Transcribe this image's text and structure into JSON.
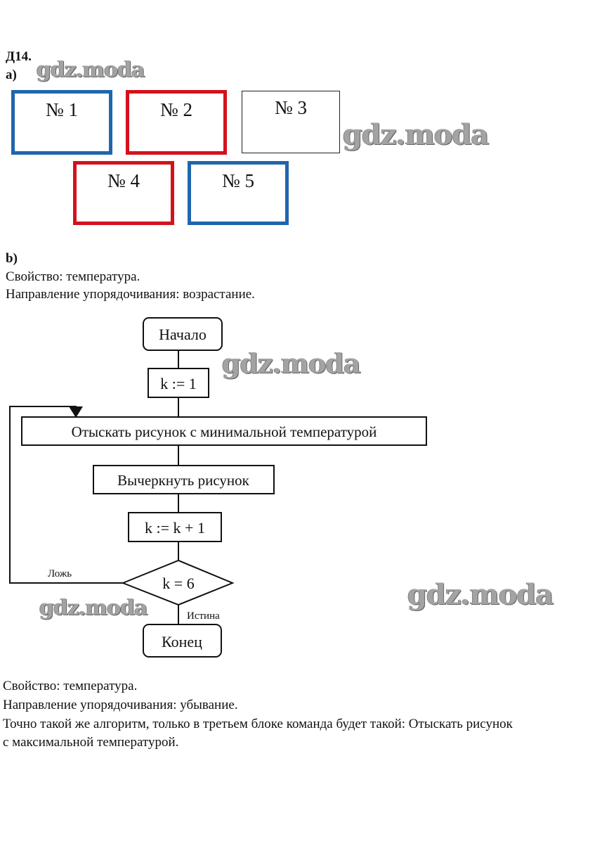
{
  "task": {
    "title": "Д14.",
    "part_a_label": "а)",
    "part_b_label": "b)"
  },
  "part_a": {
    "boxes": [
      {
        "label": "№ 1",
        "color": "#1f66ad"
      },
      {
        "label": "№ 2",
        "color": "#d3121c"
      },
      {
        "label": "№ 3",
        "color": "#222222"
      },
      {
        "label": "№ 4",
        "color": "#d3121c"
      },
      {
        "label": "№ 5",
        "color": "#1f66ad"
      }
    ]
  },
  "part_b": {
    "property_line": "Свойство: температура.",
    "direction_line": "Направление упорядочивания: возрастание."
  },
  "flowchart": {
    "start": "Начало",
    "init": "k := 1",
    "find": "Отыскать рисунок с минимальной температурой",
    "cross_out": "Вычеркнуть рисунок",
    "increment": "k := k + 1",
    "condition": "k = 6",
    "false_label": "Ложь",
    "true_label": "Истина",
    "end": "Конец"
  },
  "footer": {
    "property_line": "Свойство: температура.",
    "direction_line": "Направление упорядочивания: убывание.",
    "note_line_1": "Точно такой же алгоритм, только в третьем блоке команда будет такой: Отыскать рисунок",
    "note_line_2": "с максимальной температурой."
  },
  "watermark": {
    "text": "gdz.moda"
  }
}
